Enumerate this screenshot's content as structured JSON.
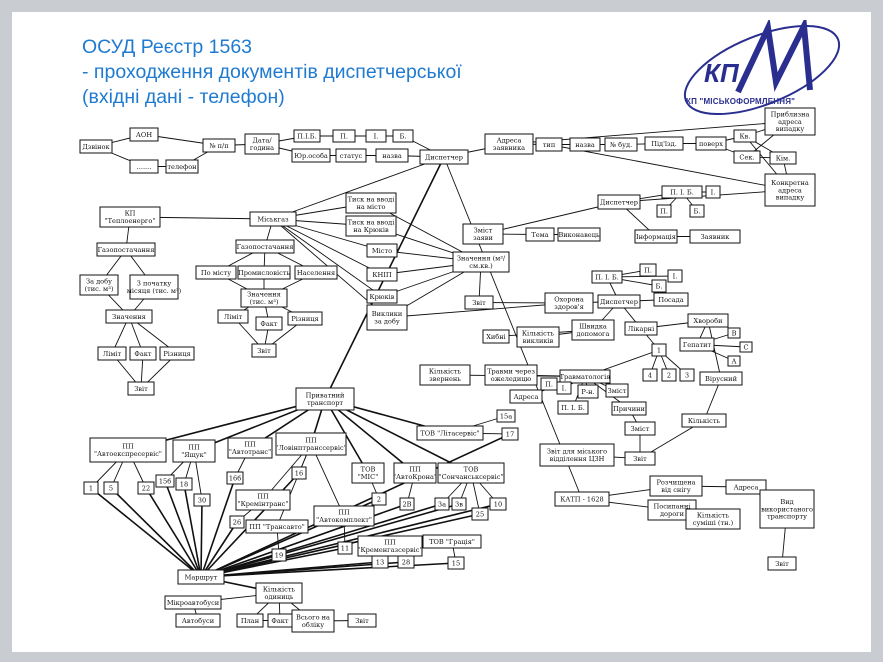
{
  "title": {
    "line1": "ОСУД  Реєстр 1563",
    "line2": "- проходження документів диспетчерської",
    "line3": "(вхідні дані - телефон)"
  },
  "logo": {
    "mark": "КП",
    "caption": "КП \"МІСЬКОФОРМЛЕННЯ\""
  },
  "colors": {
    "title": "#1f7bd1",
    "logo": "#2a2f8f",
    "frame": "#c9cdd1"
  },
  "diagram": {
    "nodes": {
      "dzvinok": "Дзвінок",
      "aon": "АОН",
      "dots": ".......",
      "telefon": "телефон",
      "nomer": "№ п/п",
      "data": [
        "Дата/",
        "година"
      ],
      "pib": "П.І.Б.",
      "p": "П.",
      "i": "І.",
      "b": "Б.",
      "yur": "Юр.особа",
      "status": "статус",
      "nazva": "назва",
      "dyspetcher": "Диспетчер",
      "adresa": [
        "Адреса",
        "заявника"
      ],
      "typ": "тип",
      "nazva2": "назва",
      "bud": "№ буд.",
      "pidizd": "Під'їзд.",
      "poverkh": "поверх",
      "kv": "Кв.",
      "sek": "Сек.",
      "kim": "Кім.",
      "prybl": [
        "Приблизна",
        "адреса",
        "випадку"
      ],
      "konkr": [
        "Конкретна",
        "адреса",
        "випадку"
      ],
      "dysp2": "Диспетчер",
      "pib2": "П. І. Б.",
      "i2": "І.",
      "p2": "П.",
      "b2": "Б.",
      "zmist": [
        "Зміст",
        "заяви"
      ],
      "tema": "Тема",
      "vykonavets": "Виконавець",
      "info": "Інформація",
      "zayavnyk": "Заявник",
      "miskgaz": "Міськгаз",
      "teploenergo": [
        "КП",
        "\"Теплоенерго\""
      ],
      "gazopost": "Газопостачання",
      "tysk1": [
        "Тиск на вводі",
        "на місто"
      ],
      "tysk2": [
        "Тиск на вводі",
        "на Крюків"
      ],
      "misto": "Місто",
      "knip": "КНІП",
      "kryukiv": "Крюків",
      "vyklyky": [
        "Виклики",
        "за добу"
      ],
      "znach_top": [
        "Значення (м³/",
        "см.кв.)"
      ],
      "zvit_c": "Звіт",
      "gazopostach": "Газопостачання",
      "po_mistu": "По місту",
      "promysl": "Промисловість",
      "naselennya": "Населення",
      "znach_mid": [
        "Значення",
        "(тис. м³)"
      ],
      "limit_m": "Ліміт",
      "fakt_m": "Факт",
      "riznytsya_m": "Різниця",
      "zvit_m": "Звіт",
      "za_dobu": [
        "За добу",
        "(тис. м³)"
      ],
      "z_pochatku": [
        "З початку",
        "місяця (тис. м³)"
      ],
      "znach_l": "Значення",
      "limit_l": "Ліміт",
      "fakt_l": "Факт",
      "riznytsya_l": "Різниця",
      "zvit_l": "Звіт",
      "okhorona": [
        "Охорона",
        "здоров'я"
      ],
      "dysp3": "Диспетчер",
      "pib3": "П. І. Б.",
      "p3": "П.",
      "i3": "І.",
      "b3": "Б.",
      "posada": "Посада",
      "shvydka": [
        "Швидка",
        "допомога"
      ],
      "likarni": "Лікарні",
      "khyby": "Хибні",
      "kilk_vykl": [
        "Кількість",
        "викликів"
      ],
      "khvoroby": "Хвороби",
      "n1": "1",
      "n2": "2",
      "n3": "3",
      "n4": "4",
      "gepatyt": "Гепатит",
      "virusnyi": "Вірусний",
      "gb": "В",
      "ga": "А",
      "gc": "С",
      "travmatologiya": "Травматологія",
      "travmy": [
        "Травми через",
        "ожеледицю"
      ],
      "kilk_zvern": [
        "Кількість",
        "звернень"
      ],
      "adresa3": "Адреса",
      "p4": "П.",
      "i4": "І.",
      "b4": "П. І. Б.",
      "rn": "Р-н.",
      "zmist2": "Зміст",
      "zmist3": "Зміст",
      "prychyny": "Причини",
      "zvit_r1": "Звіт",
      "kilkist_r": "Кількість",
      "zvit_r2": "Звіт",
      "zvit_czn": [
        "Звіт для міського",
        "відділення ЦЗН"
      ],
      "katp": "КАТП - 1628",
      "roschyscheni": [
        "Розчищена",
        "від снігу"
      ],
      "posypani": [
        "Посипанні",
        "дороги"
      ],
      "adresa4": "Адреса",
      "kilk_sumishi": [
        "Кількість",
        "суміші (тн.)"
      ],
      "vyd_transp": [
        "Вид",
        "використаного",
        "транспорту"
      ],
      "zvit_k": "Звіт",
      "pryvatnyi": [
        "Приватний",
        "транспорт"
      ],
      "tov_litaservis": "ТОВ \"Літасервіс\"",
      "n15a": "15а",
      "n17": "17",
      "pp_avtoeks": [
        "ПП",
        "\"Автоекспресервіс\""
      ],
      "pp_yaschuk": [
        "ПП",
        "\"Ящук\""
      ],
      "pp_avtotrans": [
        "ПП",
        "\"Автотранс\""
      ],
      "pp_lovinptrans": [
        "ПП",
        "\"Ловінптранссервіс\""
      ],
      "tov_mis": [
        "ТОВ",
        "\"МІС\""
      ],
      "pp_avtokrona": [
        "ПП",
        "\"АвтоКрона\""
      ],
      "tov_sonchans": [
        "ТОВ",
        "\"Сончанськсервіс\""
      ],
      "pp_kremintrans": [
        "ПП",
        "\"Кремінтранс\""
      ],
      "pp_avtokomplekt": [
        "ПП",
        "\"Автокомплект\""
      ],
      "pp_trans_avto": "ПП \"Трансавто\"",
      "pp_kremgasservis": [
        "ПП",
        "\"Кременгазсервіс\""
      ],
      "tov_gracia": "ТОВ \"Грація\"",
      "r1": "1",
      "r5": "5",
      "r22": "22",
      "r15b": "15б",
      "r18": "18",
      "r30": "30",
      "r16b": "16б",
      "r16": "16",
      "r26": "26",
      "r19": "19",
      "r11": "11",
      "r2": "2",
      "r2b": "2В",
      "r3a": "3а",
      "r3v": "3в",
      "r25": "25",
      "r10": "10",
      "r13": "13",
      "r28": "28",
      "r15": "15",
      "marshrut": "Маршрут",
      "kilk_odynyts": [
        "Кількість",
        "одиниць"
      ],
      "mikroavtobus": "Мікроавтобуси",
      "avtobusy": "Автобуси",
      "plan": "План",
      "fakt_b": "Факт",
      "vsogo": [
        "Всього на",
        "обліку"
      ],
      "zvit_b": "Звіт"
    }
  }
}
